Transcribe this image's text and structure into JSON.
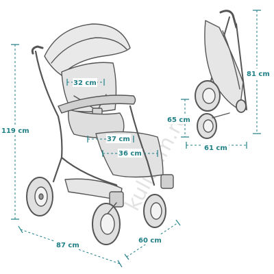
{
  "colors": {
    "accent": "#1f7f86",
    "line": "#555555",
    "fill_light": "#e8e8e8",
    "fill_mid": "#d4d4d4",
    "watermark": "#e0e0e0"
  },
  "dimensions": {
    "overall_height": "119 cm",
    "overall_length": "87 cm",
    "overall_width": "60 cm",
    "seat_width": "32 cm",
    "footrest_width": "37 cm",
    "seat_depth": "36 cm",
    "folded_height": "81 cm",
    "folded_depth": "65 cm",
    "folded_length": "61 cm"
  },
  "watermark": {
    "text": "kuliaam.ro"
  }
}
